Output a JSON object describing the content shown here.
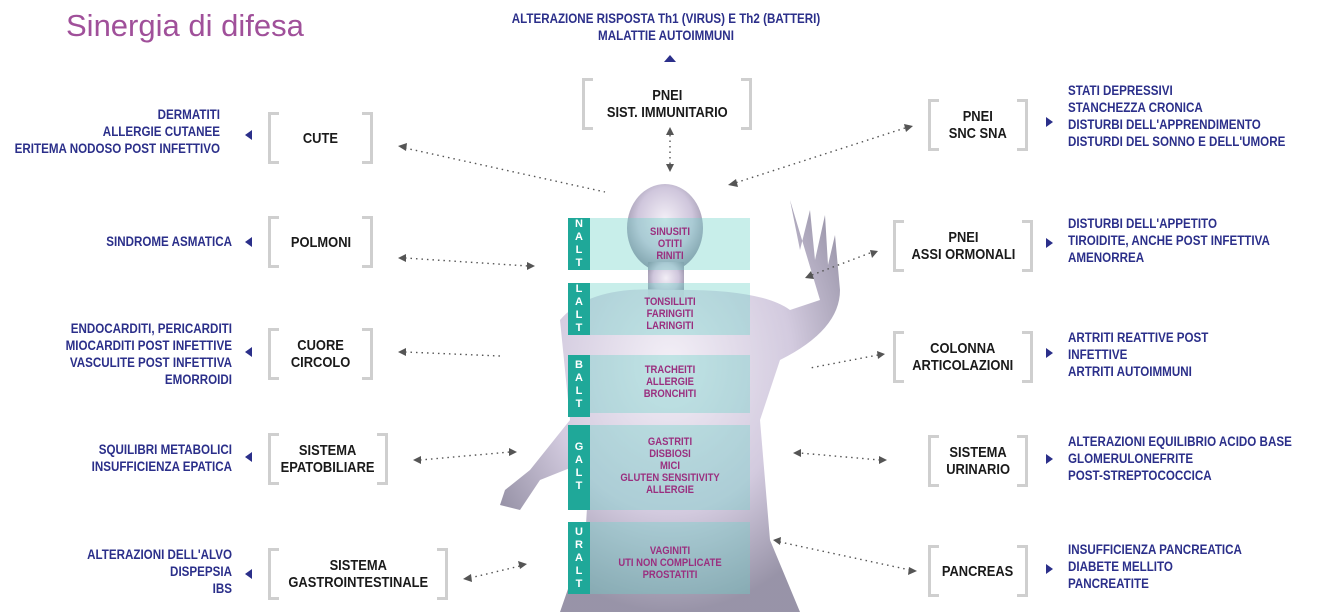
{
  "title": "Sinergia di difesa",
  "colors": {
    "title": "#a0509a",
    "text": "#2b2f8a",
    "strip": "#1fa899",
    "body_text": "#9a2f7f"
  },
  "top": {
    "line1": "ALTERAZIONE RISPOSTA Th1 (VIRUS) E Th2 (BATTERI)",
    "line2": "MALATTIE AUTOIMMUNI"
  },
  "boxes": {
    "pnei_immune": {
      "line1": "PNEI",
      "line2": "SIST. IMMUNITARIO"
    },
    "cute": {
      "line1": "CUTE"
    },
    "polmoni": {
      "line1": "POLMONI"
    },
    "cuore": {
      "line1": "CUORE",
      "line2": "CIRCOLO"
    },
    "epato": {
      "line1": "SISTEMA",
      "line2": "EPATOBILIARE"
    },
    "gastro": {
      "line1": "SISTEMA",
      "line2": "GASTROINTESTINALE"
    },
    "snc": {
      "line1": "PNEI",
      "line2": "SNC SNA"
    },
    "assi": {
      "line1": "PNEI",
      "line2": "ASSI ORMONALI"
    },
    "colonna": {
      "line1": "COLONNA",
      "line2": "ARTICOLAZIONI"
    },
    "urinario": {
      "line1": "SISTEMA",
      "line2": "URINARIO"
    },
    "pancreas": {
      "line1": "PANCREAS"
    }
  },
  "left_lists": {
    "cute": [
      "DERMATITI",
      "ALLERGIE CUTANEE",
      "ERITEMA NODOSO POST INFETTIVO"
    ],
    "polmoni": [
      "SINDROME ASMATICA"
    ],
    "cuore": [
      "ENDOCARDITI, PERICARDITI",
      "MIOCARDITI POST INFETTIVE",
      "VASCULITE POST INFETTIVA",
      "EMORROIDI"
    ],
    "epato": [
      "SQUILIBRI METABOLICI",
      "INSUFFICIENZA EPATICA"
    ],
    "gastro": [
      "ALTERAZIONI DELL'ALVO",
      "DISPEPSIA",
      "IBS"
    ]
  },
  "right_lists": {
    "snc": [
      "STATI DEPRESSIVI",
      "STANCHEZZA CRONICA",
      "DISTURBI DELL'APPRENDIMENTO",
      "DISTURDI DEL SONNO E DELL'UMORE"
    ],
    "assi": [
      "DISTURBI DELL'APPETITO",
      "TIROIDITE, ANCHE POST INFETTIVA",
      "AMENORREA"
    ],
    "colonna": [
      "ARTRITI REATTIVE POST",
      "INFETTIVE",
      "ARTRITI AUTOIMMUNI"
    ],
    "urinario": [
      "ALTERAZIONI EQUILIBRIO ACIDO BASE",
      "GLOMERULONEFRITE",
      "POST-STREPTOCOCCICA"
    ],
    "pancreas": [
      "INSUFFICIENZA PANCREATICA",
      "DIABETE MELLITO",
      "PANCREATITE"
    ]
  },
  "strips": {
    "nalt": [
      "N",
      "A",
      "L",
      "T"
    ],
    "lalt": [
      "L",
      "A",
      "L",
      "T"
    ],
    "balt": [
      "B",
      "A",
      "L",
      "T"
    ],
    "galt": [
      "G",
      "A",
      "L",
      "T"
    ],
    "uralt": [
      "U",
      "R",
      "A",
      "L",
      "T"
    ]
  },
  "body_labels": {
    "nalt": [
      "SINUSITI",
      "OTITI",
      "RINITI"
    ],
    "lalt": [
      "TONSILLITI",
      "FARINGITI",
      "LARINGITI"
    ],
    "balt": [
      "TRACHEITI",
      "ALLERGIE",
      "BRONCHITI"
    ],
    "galt": [
      "GASTRITI",
      "DISBIOSI",
      "MICI",
      "GLUTEN SENSITIVITY",
      "ALLERGIE"
    ],
    "uralt": [
      "VAGINITI",
      "UTI NON COMPLICATE",
      "PROSTATITI"
    ]
  }
}
